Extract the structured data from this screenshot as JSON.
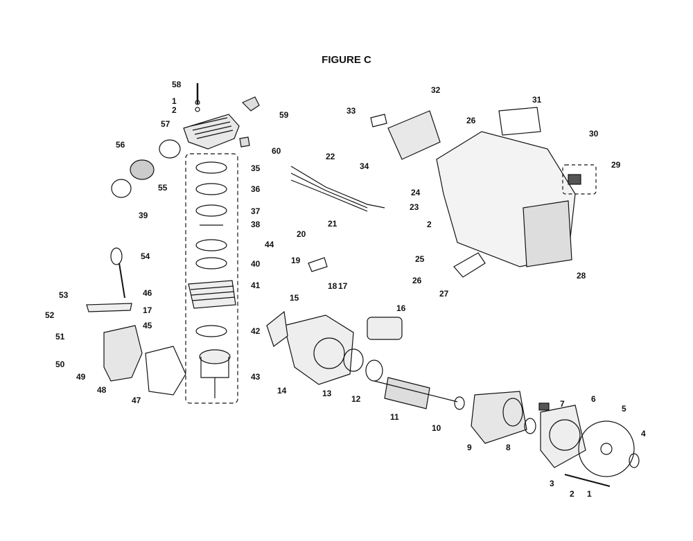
{
  "title": "FIGURE C",
  "labels": [
    "58",
    "1",
    "2",
    "59",
    "57",
    "60",
    "56",
    "55",
    "35",
    "36",
    "39",
    "37",
    "38",
    "44",
    "40",
    "54",
    "41",
    "46",
    "17",
    "45",
    "42",
    "53",
    "52",
    "51",
    "50",
    "49",
    "48",
    "47",
    "43",
    "22",
    "21",
    "33",
    "32",
    "34",
    "31",
    "26",
    "30",
    "29",
    "24",
    "23",
    "2",
    "25",
    "28",
    "26",
    "27",
    "20",
    "19",
    "18",
    "17",
    "15",
    "16",
    "14",
    "13",
    "12",
    "11",
    "10",
    "9",
    "8",
    "7",
    "6",
    "5",
    "4",
    "3",
    "2",
    "1"
  ]
}
